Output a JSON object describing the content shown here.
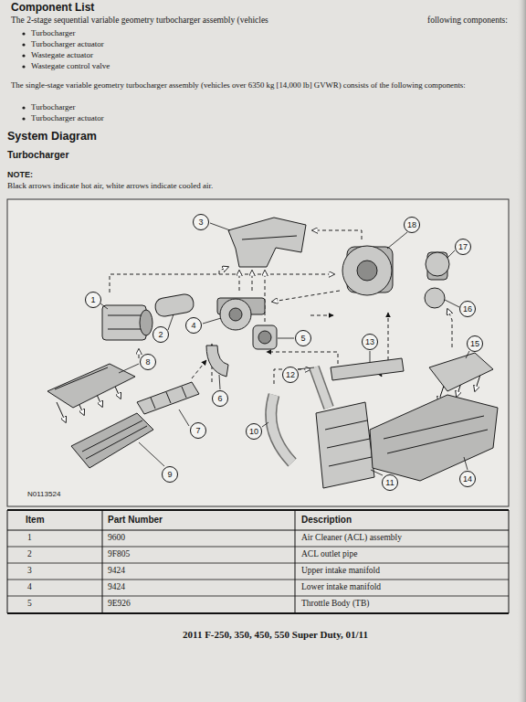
{
  "diagram": {
    "nodes": [
      {
        "text": [
          "1"
        ]
      },
      {
        "text": [
          "2"
        ]
      },
      {
        "text": [
          "3"
        ]
      },
      {
        "text": [
          "4"
        ]
      },
      {
        "text": [
          "5"
        ]
      },
      {
        "text": [
          "6"
        ]
      },
      {
        "text": [
          "7"
        ]
      },
      {
        "text": [
          "8"
        ]
      },
      {
        "text": [
          "9"
        ]
      },
      {
        "text": [
          "10"
        ]
      },
      {
        "text": [
          "11"
        ]
      },
      {
        "text": [
          "12"
        ]
      },
      {
        "text": [
          "13"
        ]
      },
      {
        "text": [
          "14"
        ]
      },
      {
        "text": [
          "15"
        ]
      },
      {
        "text": [
          "16"
        ]
      },
      {
        "text": [
          "17"
        ]
      },
      {
        "text": [
          "18"
        ]
      }
    ],
    "labels": [
      "Component List",
      "The 2-stage sequential variable geometry turbocharger assembly (vehicles",
      "following components:",
      "Turbocharger",
      "Turbocharger actuator",
      "Wastegate actuator",
      "Wastegate control valve",
      "The single-stage variable geometry turbocharger assembly (vehicles over 6350 kg [14,000 lb] GVWR) consists of the following components:",
      "Turbocharger",
      "Turbocharger actuator",
      "System Diagram",
      "Turbocharger",
      "NOTE:",
      "Black arrows indicate hot air, white arrows indicate cooled air.",
      "N0113524",
      "Item",
      "Part Number",
      "Description",
      "1",
      "9600",
      "Air Cleaner (ACL) assembly",
      "2",
      "9F805",
      "ACL outlet pipe",
      "3",
      "9424",
      "Upper intake manifold",
      "4",
      "9424",
      "Lower intake manifold",
      "5",
      "9E926",
      "Throttle Body (TB)",
      "2011 F-250, 350, 450, 550 Super Duty, 01/11"
    ]
  }
}
